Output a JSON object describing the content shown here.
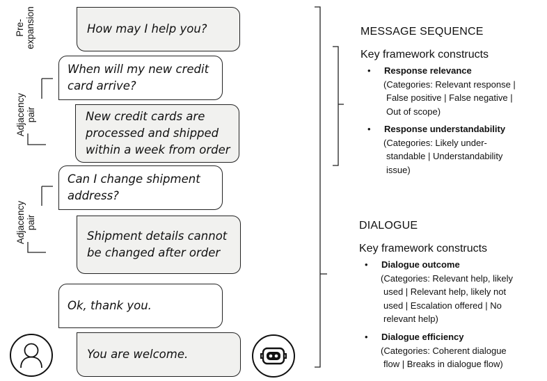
{
  "conversation": {
    "messages": [
      {
        "speaker": "bot",
        "lines": [
          "How may I help you?"
        ]
      },
      {
        "speaker": "user",
        "lines": [
          "When will my new credit",
          "card arrive?"
        ]
      },
      {
        "speaker": "bot",
        "lines": [
          "New credit cards are",
          "processed and shipped",
          "within a week from order"
        ]
      },
      {
        "speaker": "user",
        "lines": [
          "Can I change shipment",
          "address?"
        ]
      },
      {
        "speaker": "bot",
        "lines": [
          "Shipment details cannot",
          "be changed after order"
        ]
      },
      {
        "speaker": "user",
        "lines": [
          "Ok, thank you."
        ]
      },
      {
        "speaker": "bot",
        "lines": [
          "You are welcome."
        ]
      }
    ],
    "labels": {
      "pre_expansion": [
        "Pre-",
        "expansion"
      ],
      "adjacency_pair_1": [
        "Adjacency",
        "pair"
      ],
      "adjacency_pair_2": [
        "Adjacency",
        "pair"
      ]
    },
    "icons": {
      "user": "user-icon",
      "bot": "robot-icon"
    }
  },
  "message_sequence": {
    "heading": "MESSAGE SEQUENCE",
    "subheading": "Key framework constructs",
    "items": [
      {
        "title": "Response relevance",
        "lines": [
          "(Categories: Relevant response |",
          "False positive | False negative |",
          "Out of scope)"
        ]
      },
      {
        "title": "Response understandability",
        "lines": [
          "(Categories: Likely under-",
          "standable | Understandability",
          "issue)"
        ]
      }
    ]
  },
  "dialogue": {
    "heading": "DIALOGUE",
    "subheading": "Key framework constructs",
    "items": [
      {
        "title": "Dialogue outcome",
        "lines": [
          "(Categories: Relevant help, likely",
          "used | Relevant help, likely not",
          "used | Escalation offered | No",
          "relevant help)"
        ]
      },
      {
        "title": "Dialogue efficiency",
        "lines": [
          "(Categories: Coherent dialogue",
          "flow | Breaks in dialogue flow)"
        ]
      }
    ]
  },
  "bullet": "•"
}
